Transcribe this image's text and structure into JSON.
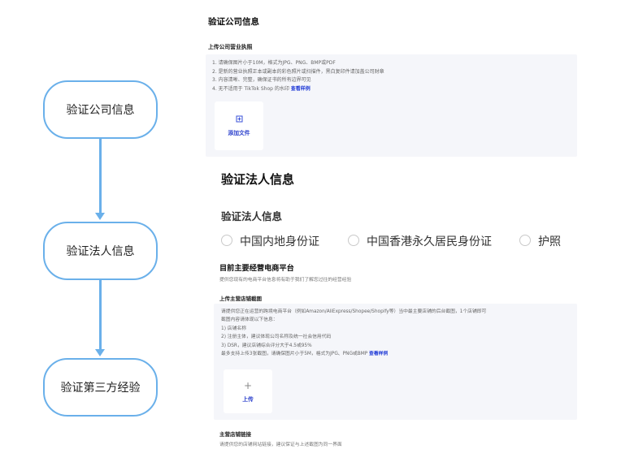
{
  "flow": {
    "step1": "验证公司信息",
    "step2": "验证法人信息",
    "step3": "验证第三方经验"
  },
  "company": {
    "title": "验证公司信息",
    "upload_label": "上传公司营业执照",
    "tips": [
      "1. 请确保图片小于10M，格式为JPG、PNG、BMP或PDF",
      "2. 是新的营业执照正本或副本的彩色照片或扫描件，黑白复印件请加盖公司财章",
      "3. 内容清晰、完整，确保证书的所有边界可见",
      "4. 无不适用于 TikTok Shop 的水印"
    ],
    "view_sample": "查看样例",
    "add_file": "添加文件"
  },
  "legal": {
    "title": "验证法人信息",
    "subtitle": "验证法人信息",
    "options": [
      "中国内地身份证",
      "中国香港永久居民身份证",
      "护照"
    ]
  },
  "ecommerce": {
    "title": "目前主要经营电商平台",
    "desc": "提供您现有的电商平台信息将有助于我们了解您过往的经营经验",
    "upload_label": "上传主营店铺截图",
    "tips": [
      "请提供您正在运营的跨境电商平台（例如Amazon/AliExpress/Shopee/Shopify等）当中最主要店铺的后台截图，1个店铺即可",
      "截图内容请体现以下信息：",
      "1) 店铺名称",
      "2) 注册主体，建议体现公司名称及统一社会信用代码",
      "3) DSR，建议店铺综合评分大于4.5或95%",
      "最多支持上传3张截图，请确保图片小于5M，格式为JPG、PNG或BMP"
    ],
    "view_sample": "查看样例",
    "upload": "上传",
    "link_title": "主营店铺链接",
    "link_desc": "请提供您的店铺网站链接，建议保证与上述截图为同一界面"
  }
}
